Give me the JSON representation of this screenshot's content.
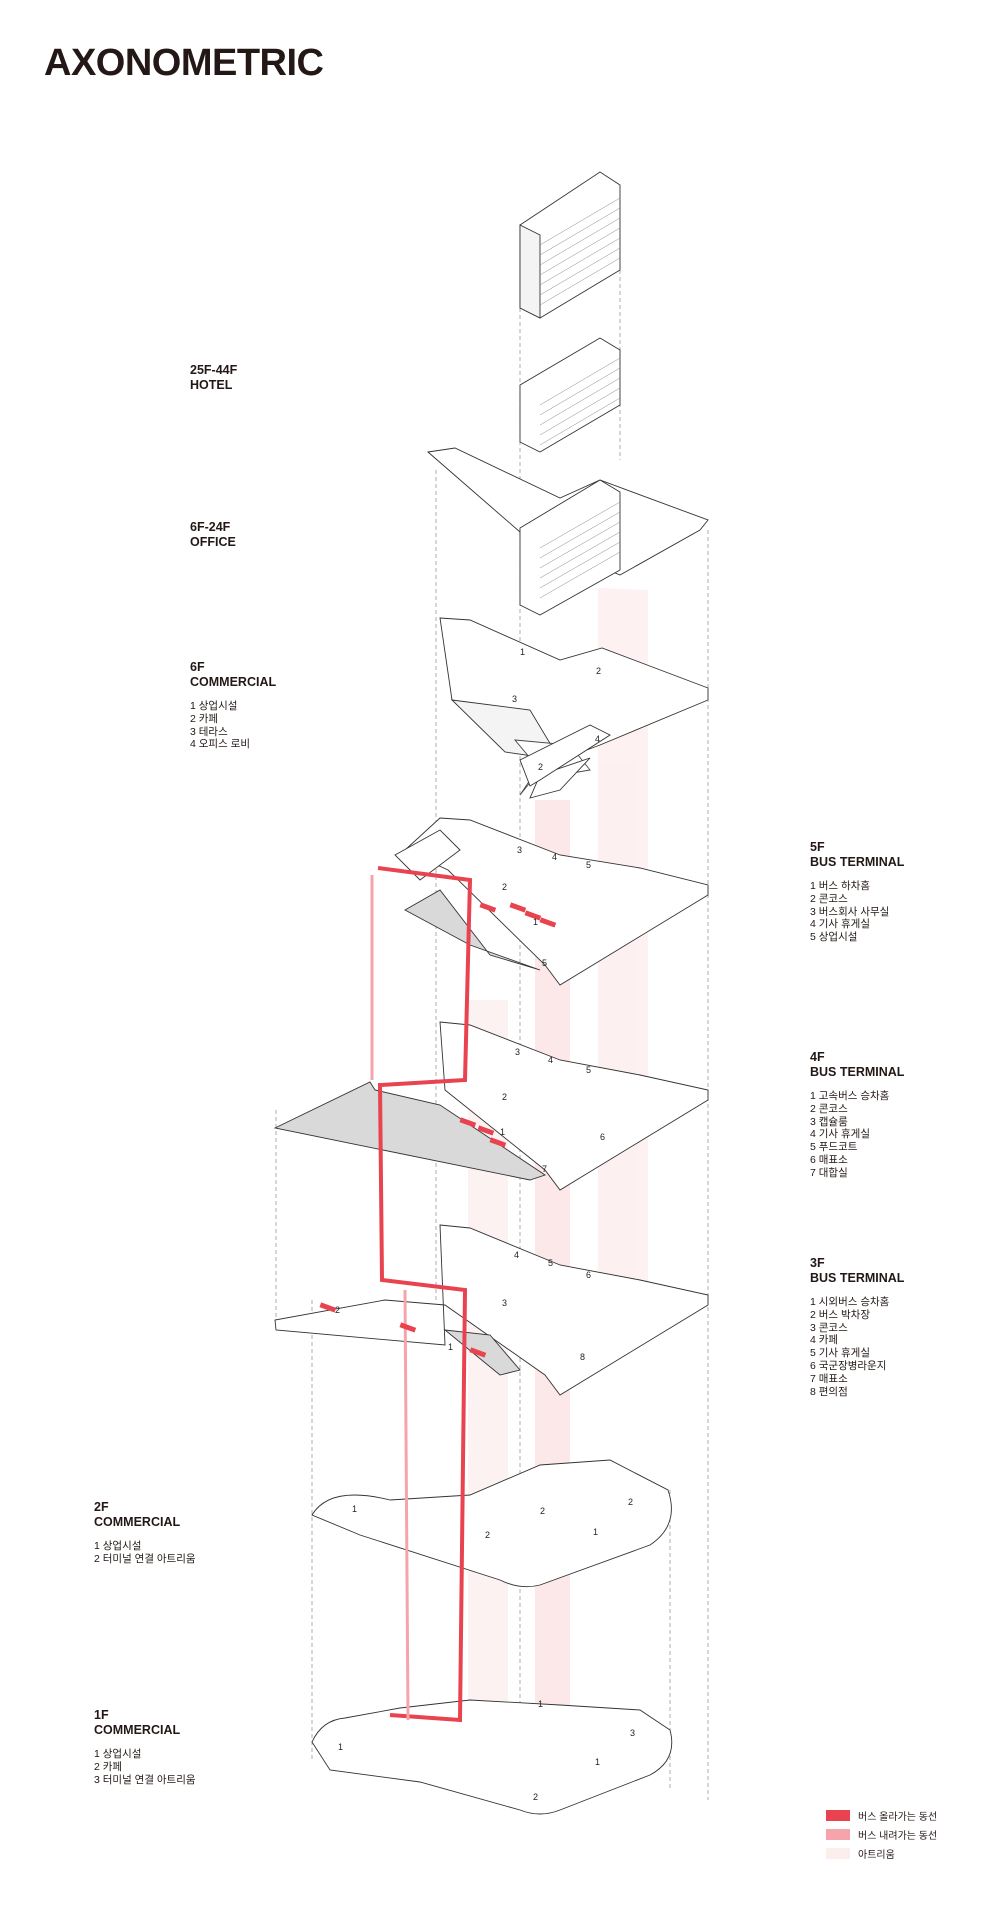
{
  "title": "AXONOMETRIC",
  "floors": {
    "hotel": {
      "code": "25F-44F",
      "name": "HOTEL",
      "items": []
    },
    "office": {
      "code": "6F-24F",
      "name": "OFFICE",
      "items": []
    },
    "f6": {
      "code": "6F",
      "name": "COMMERCIAL",
      "items": [
        "1 상업시설",
        "2 카페",
        "3 테라스",
        "4 오피스 로비"
      ]
    },
    "f5": {
      "code": "5F",
      "name": "BUS TERMINAL",
      "items": [
        "1 버스 하차홈",
        "2 콘코스",
        "3 버스회사 사무실",
        "4 기사 휴게실",
        "5 상업시설"
      ]
    },
    "f4": {
      "code": "4F",
      "name": "BUS TERMINAL",
      "items": [
        "1 고속버스 승차홈",
        "2 콘코스",
        "3 캡슐룸",
        "4 기사 휴게실",
        "5 푸드코트",
        "6 매표소",
        "7 대합실"
      ]
    },
    "f3": {
      "code": "3F",
      "name": "BUS TERMINAL",
      "items": [
        "1 시외버스 승차홈",
        "2 버스 박차장",
        "3 콘코스",
        "4 카페",
        "5 기사 휴게실",
        "6 국군장병라운지",
        "7 매표소",
        "8 편의점"
      ]
    },
    "f2": {
      "code": "2F",
      "name": "COMMERCIAL",
      "items": [
        "1 상업시설",
        "2 터미널 연결 아트리움"
      ]
    },
    "f1": {
      "code": "1F",
      "name": "COMMERCIAL",
      "items": [
        "1 상업시설",
        "2 카페",
        "3 터미널 연결 아트리움"
      ]
    }
  },
  "legend": [
    {
      "label": "버스 올라가는 동선",
      "color": "#e8434f"
    },
    {
      "label": "버스 내려가는 동선",
      "color": "#f4a4aa"
    },
    {
      "label": "아트리움",
      "color": "#fdeeee"
    }
  ],
  "plan_numbers": {
    "f6": [
      "1",
      "2",
      "3",
      "4",
      "2"
    ],
    "f5": [
      "3",
      "4",
      "5",
      "2",
      "1",
      "5"
    ],
    "f4": [
      "3",
      "4",
      "5",
      "2",
      "1",
      "6",
      "7"
    ],
    "f3": [
      "4",
      "5",
      "6",
      "3",
      "2",
      "1",
      "8"
    ],
    "f2": [
      "1",
      "2",
      "2",
      "1",
      "2"
    ],
    "f1": [
      "1",
      "3",
      "1",
      "1",
      "2"
    ]
  }
}
